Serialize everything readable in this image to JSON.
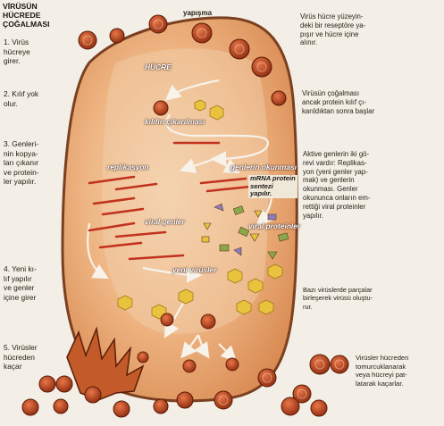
{
  "title": [
    "VİRÜSÜN",
    "HÜCREDE",
    "ÇOĞALMASI"
  ],
  "steps": {
    "s1": [
      "1. Virüs",
      "hücreye",
      "girer."
    ],
    "s2": [
      "2. Kılıf yok",
      "olur."
    ],
    "s3": [
      "3. Genleri-",
      "nin kopya-",
      "ları çıkanır",
      "ve protein-",
      "ler yapılır."
    ],
    "s4": [
      "4. Yeni kı-",
      "lıf yapılır",
      "ve genler",
      "içine girer"
    ],
    "s5": [
      "5. Virüsler",
      "hücreden",
      "kaçar"
    ]
  },
  "right_notes": {
    "n1": [
      "Virüs hücre yüzeyin-",
      "deki bir reseptöre ya-",
      "pışır ve hücre içine",
      "alınır."
    ],
    "n2": [
      "Virüsün çoğalması",
      "ancak protein kılıf çı-",
      "karıldıktan sonra başlar"
    ],
    "n3": [
      "Aktive genlerin iki gö-",
      "revi vardır: Replikas-",
      "yon (yeni genler yap-",
      "mak) ve genlerin",
      "okunması. Genler",
      "okununca onların em-",
      "rettiği viral proteinler",
      "yapılır."
    ],
    "n4": [
      "Bazı virüslerde parçalar",
      "birleşerek virüsü oluştu-",
      "rur."
    ],
    "n5": [
      "Virüsler hücreden",
      "tomurcuklanarak",
      "veya hücreyi pat-",
      "latarak kaçarlar."
    ]
  },
  "diagram_labels": {
    "yapisma": "yapışma",
    "hucre": "HÜCRE",
    "kilif": "kılıfın çıkarılması",
    "replikasyon": "replikasyon",
    "genlerin_okunmasi": "genlerin okunması",
    "mrna": [
      "mRNA protein",
      "sentezi",
      "yapılır."
    ],
    "viral_genler": "viral genler",
    "viral_proteinler": "viral proteinler",
    "yeni_virusler": "yeni virüsler"
  },
  "colors": {
    "cell_fill": "#e6a26c",
    "cell_border": "#7a4020",
    "virus": "#b3421c",
    "gene_strand": "#c2321e",
    "protein_yellow": "#e9c23e",
    "protein_green": "#8aa84a",
    "protein_purple": "#8c7cc0"
  }
}
